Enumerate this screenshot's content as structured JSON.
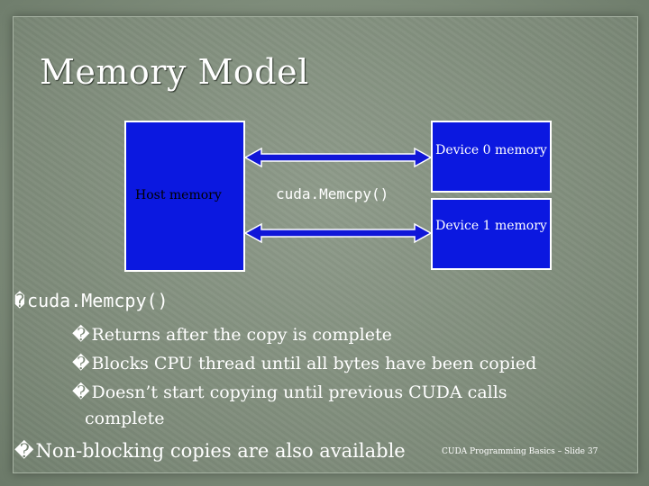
{
  "slide": {
    "title": "Memory Model",
    "footer": "CUDA Programming Basics – Slide 37"
  },
  "diagram": {
    "host_label": "Host memory",
    "device0_label": "Device 0 memory",
    "device1_label": "Device 1 memory",
    "memcpy_label": "cuda.Memcpy()",
    "colors": {
      "box_fill": "#0b18e0",
      "arrow": "#1016d8",
      "text": "#ffffff"
    }
  },
  "bullets": {
    "glyph": "�",
    "main1": "cuda.Memcpy()",
    "sub1": "Returns after the copy is complete",
    "sub2": "Blocks CPU thread until all bytes have been copied",
    "sub3_line1": "Doesn’t start copying until previous CUDA calls",
    "sub3_line2": "complete",
    "main2": "Non-blocking copies are also available"
  }
}
